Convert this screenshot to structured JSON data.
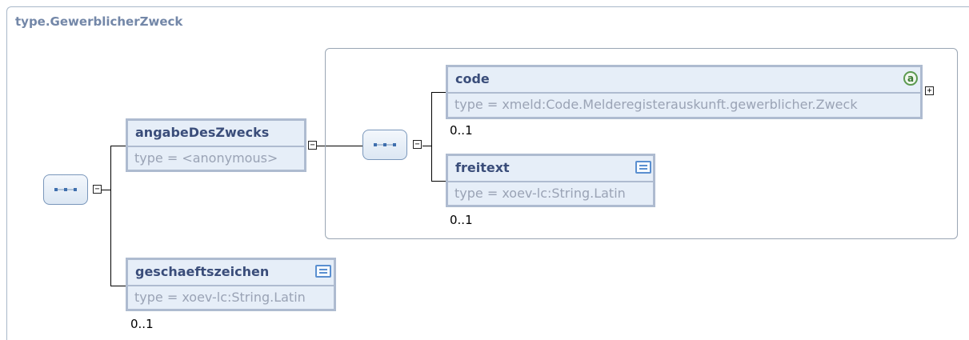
{
  "diagram": {
    "title": "type.GewerblicherZweck",
    "nodes": {
      "angabe": {
        "name": "angabeDesZwecks",
        "type": "type = <anonymous>"
      },
      "code": {
        "name": "code",
        "type": "type = xmeld:Code.Melderegisterauskunft.gewerblicher.Zweck",
        "occurrence": "0..1",
        "badge": "a"
      },
      "freitext": {
        "name": "freitext",
        "type": "type = xoev-lc:String.Latin",
        "occurrence": "0..1"
      },
      "geschaeft": {
        "name": "geschaeftszeichen",
        "type": "type = xoev-lc:String.Latin",
        "occurrence": "0..1"
      }
    },
    "toggles": {
      "collapse": "−",
      "expand": "+"
    },
    "icons": {
      "sequence": "sequence-compositor-icon",
      "attribute": "attribute-badge-icon",
      "simple_content": "simple-content-icon"
    }
  }
}
